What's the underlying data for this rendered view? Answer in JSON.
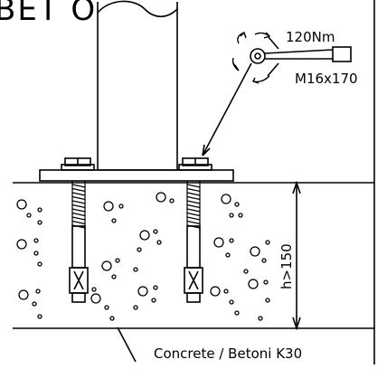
{
  "header": {
    "text": "BET O"
  },
  "torque": {
    "value": "120Nm",
    "bolt": "M16x170"
  },
  "dimension": {
    "depth": "h>150"
  },
  "foundation": {
    "label": "Concrete / Betoni K30"
  },
  "colors": {
    "ink": "#000000",
    "background": "#ffffff"
  }
}
